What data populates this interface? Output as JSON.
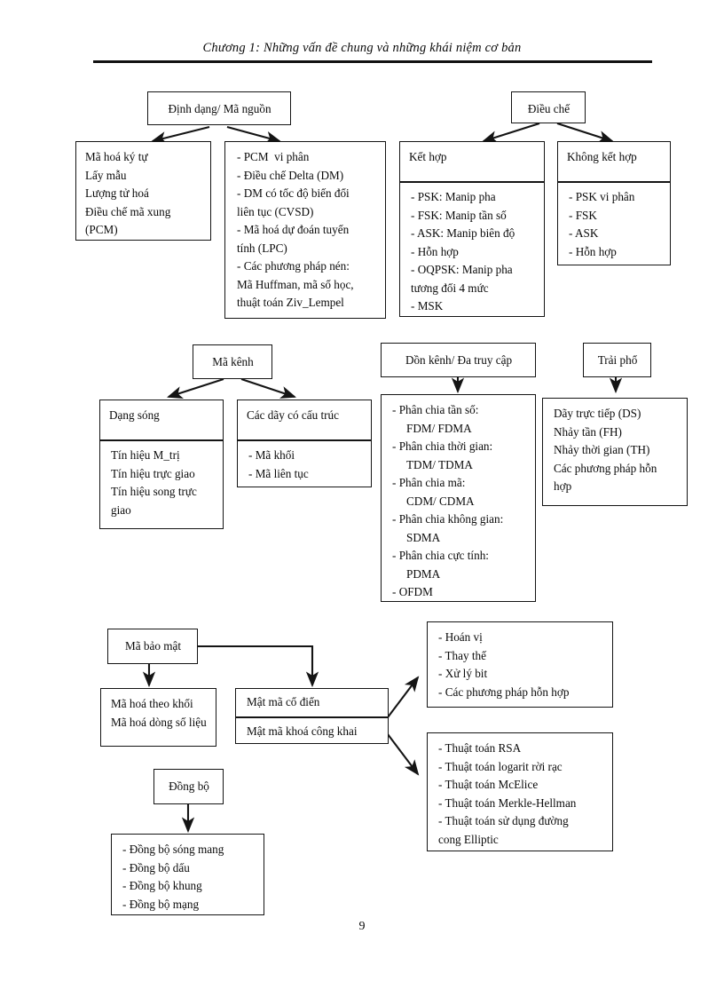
{
  "header": {
    "title": "Chương 1: Những vấn đề chung và những khái niệm cơ bản"
  },
  "footer": {
    "page_number": "9"
  },
  "diagram": {
    "title_format_source": "Định dạng/ Mã nguồn",
    "format_source_left": {
      "lines": [
        "Mã hoá ký tự",
        "Lấy mẫu",
        "Lượng tử hoá",
        "Điều chế mã xung",
        "(PCM)"
      ]
    },
    "format_source_right": {
      "lines": [
        "- PCM  vi phân",
        "- Điều chế Delta (DM)",
        "- DM có tốc độ biến đổi",
        "liên tục (CVSD)",
        "- Mã hoá dự đoán tuyến",
        "tính (LPC)",
        "- Các phương pháp nén:",
        "Mã Huffman, mã số học,",
        "thuật toán Ziv_Lempel"
      ]
    },
    "title_modulation": "Điều chế",
    "coherent": {
      "heading": "Kết hợp",
      "lines": [
        "- PSK: Manip pha",
        "- FSK: Manip tần số",
        "- ASK: Manip biên độ",
        "- Hỗn hợp",
        "- OQPSK: Manip pha",
        "tương đối 4 mức",
        "- MSK"
      ]
    },
    "noncoherent": {
      "heading": "Không kết hợp",
      "lines": [
        "- PSK vi phân",
        "- FSK",
        "- ASK",
        "- Hỗn hợp"
      ]
    },
    "title_channel_code": "Mã kênh",
    "waveform": {
      "heading": "Dạng sóng",
      "lines": [
        "Tín hiệu M_trị",
        "Tín hiệu trực giao",
        "Tín hiệu song trực",
        "giao"
      ]
    },
    "structured": {
      "heading": "Các dãy có cấu trúc",
      "lines": [
        "- Mã khối",
        "- Mã liên tục"
      ]
    },
    "title_multiplexing": "Dồn kênh/ Đa truy cập",
    "multiplexing": {
      "lines": [
        "- Phân chia tần số:",
        "FDM/ FDMA",
        "- Phân chia thời gian:",
        "TDM/ TDMA",
        "- Phân chia mã:",
        "CDM/ CDMA",
        "- Phân chia không gian:",
        "SDMA",
        "- Phân chia cực tính:",
        "PDMA",
        "- OFDM"
      ],
      "indented": [
        false,
        true,
        false,
        true,
        false,
        true,
        false,
        true,
        false,
        true,
        false
      ]
    },
    "title_spread_spectrum": "Trải phổ",
    "spread_spectrum": {
      "lines": [
        "Dãy trực tiếp (DS)",
        "Nhảy tần (FH)",
        "Nhảy thời gian (TH)",
        "Các phương pháp hỗn",
        "hợp"
      ]
    },
    "title_security_code": "Mã bảo mật",
    "security_block": {
      "lines": [
        "Mã hoá theo khối",
        "Mã hoá dòng số liệu"
      ]
    },
    "cipher": {
      "row1": "Mật mã cổ điển",
      "row2": "Mật mã khoá công khai"
    },
    "classic_methods": {
      "lines": [
        "- Hoán vị",
        "- Thay thế",
        "- Xử lý bit",
        "- Các phương pháp hỗn hợp"
      ]
    },
    "publickey_methods": {
      "lines": [
        "- Thuật toán RSA",
        "- Thuật toán logarit rời rạc",
        "- Thuật toán McElice",
        "- Thuật toán Merkle-Hellman",
        "- Thuật toán sử dụng đường",
        "cong Elliptic"
      ]
    },
    "title_sync": "Đồng bộ",
    "sync": {
      "lines": [
        "- Đồng bộ sóng mang",
        "- Đồng bộ dấu",
        "- Đồng bộ khung",
        "- Đồng bộ mạng"
      ]
    }
  },
  "colors": {
    "ink": "#141414",
    "paper": "#ffffff"
  }
}
